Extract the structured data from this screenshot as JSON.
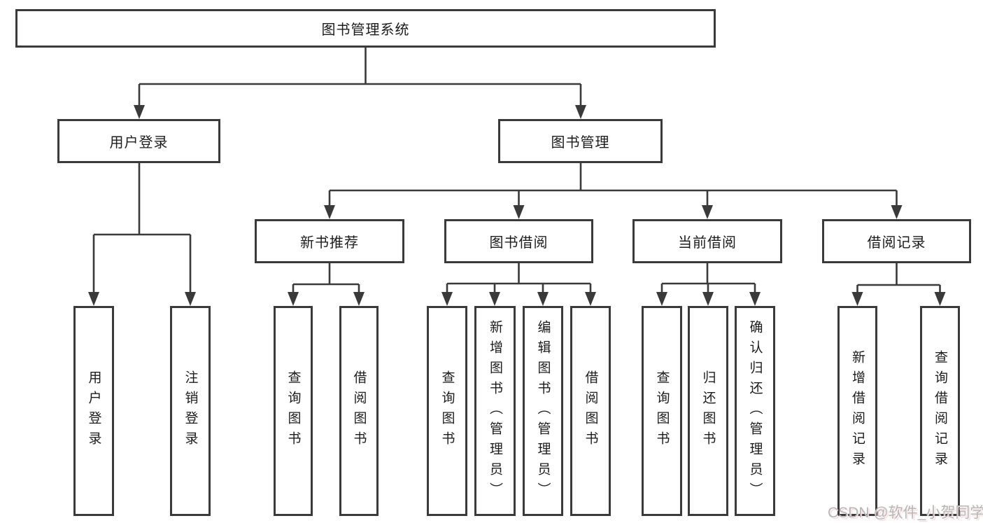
{
  "diagram": {
    "title": "图书管理系统",
    "branches": [
      {
        "label": "用户登录",
        "leaves": [
          "用户登录",
          "注销登录"
        ]
      },
      {
        "label": "图书管理",
        "groups": [
          {
            "label": "新书推荐",
            "leaves": [
              "查询图书",
              "借阅图书"
            ]
          },
          {
            "label": "图书借阅",
            "leaves": [
              "查询图书",
              "新增图书（管理员）",
              "编辑图书（管理员）",
              "借阅图书"
            ]
          },
          {
            "label": "当前借阅",
            "leaves": [
              "查询图书",
              "归还图书",
              "确认归还（管理员）"
            ]
          },
          {
            "label": "借阅记录",
            "leaves": [
              "新增借阅记录",
              "查询借阅记录"
            ]
          }
        ]
      }
    ]
  },
  "watermark": {
    "text": "CSDN @软件_小贺同学"
  },
  "colors": {
    "line": "#3a3a3a",
    "text": "#1c1c1c",
    "background": "#ffffff",
    "watermark": "#b5b5b5"
  }
}
